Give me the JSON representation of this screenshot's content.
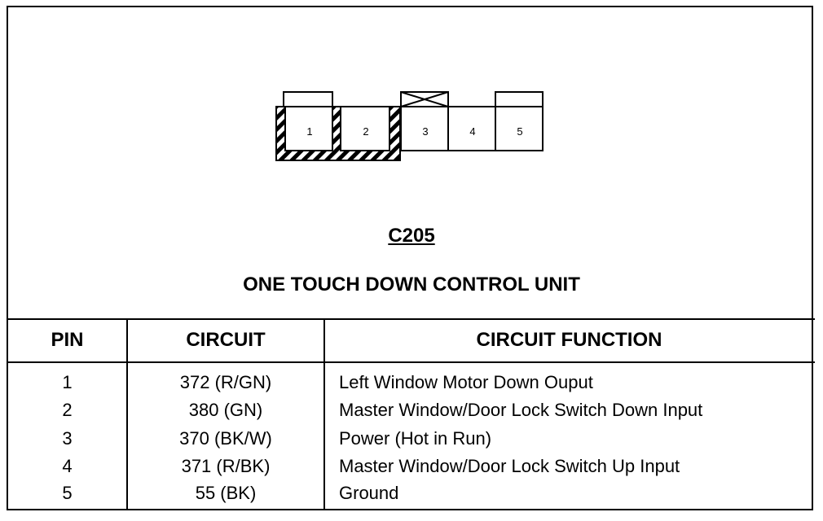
{
  "connector": {
    "id": "C205",
    "title": "ONE TOUCH DOWN CONTROL UNIT",
    "pin_labels": [
      "1",
      "2",
      "3",
      "4",
      "5"
    ]
  },
  "table": {
    "headers": {
      "pin": "PIN",
      "circuit": "CIRCUIT",
      "function": "CIRCUIT FUNCTION"
    },
    "rows": [
      {
        "pin": "1",
        "circuit": "372 (R/GN)",
        "function": "Left Window Motor Down Ouput"
      },
      {
        "pin": "2",
        "circuit": "380 (GN)",
        "function": "Master Window/Door Lock Switch Down Input"
      },
      {
        "pin": "3",
        "circuit": "370 (BK/W)",
        "function": "Power (Hot in Run)"
      },
      {
        "pin": "4",
        "circuit": "371 (R/BK)",
        "function": "Master Window/Door Lock Switch Up Input"
      },
      {
        "pin": "5",
        "circuit": "55 (BK)",
        "function": "Ground"
      }
    ]
  }
}
